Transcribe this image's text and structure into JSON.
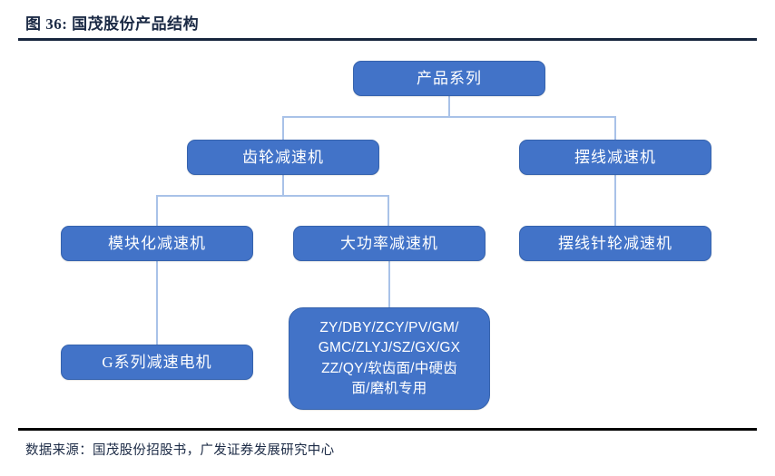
{
  "header": {
    "figure_label": "图 36:",
    "title": "图 36: 国茂股份产品结构"
  },
  "footer": {
    "source": "数据来源：国茂股份招股书，广发证券发展研究中心"
  },
  "colors": {
    "node_fill": "#4273c8",
    "node_border": "#3663ad",
    "node_text": "#ffffff",
    "connector": "#a9c2e8",
    "title_rule": "#16253d",
    "footer_rule": "#000000",
    "title_text": "#1b2a45"
  },
  "chart_data": {
    "type": "diagram",
    "diagram_kind": "tree",
    "title": "图 36: 国茂股份产品结构",
    "orientation": "top-down",
    "levels": 4,
    "nodes": [
      {
        "id": "root",
        "label": "产品系列",
        "level": 1,
        "parent": null
      },
      {
        "id": "gear",
        "label": "齿轮减速机",
        "level": 2,
        "parent": "root"
      },
      {
        "id": "cycloidal",
        "label": "摆线减速机",
        "level": 2,
        "parent": "root"
      },
      {
        "id": "modular",
        "label": "模块化减速机",
        "level": 3,
        "parent": "gear"
      },
      {
        "id": "highpower",
        "label": "大功率减速机",
        "level": 3,
        "parent": "gear"
      },
      {
        "id": "cyclopin",
        "label": "摆线针轮减速机",
        "level": 3,
        "parent": "cycloidal"
      },
      {
        "id": "gseries",
        "label": "G系列减速电机",
        "level": 4,
        "parent": "modular"
      },
      {
        "id": "spec",
        "label": "ZY/DBY/ZCY/PV/GM/\nGMC/ZLYJ/SZ/GX/GX\nZZ/QY/软齿面/中硬齿\n面/磨机专用",
        "level": 4,
        "parent": "highpower"
      }
    ],
    "edges": [
      {
        "from": "root",
        "to": "gear"
      },
      {
        "from": "root",
        "to": "cycloidal"
      },
      {
        "from": "gear",
        "to": "modular"
      },
      {
        "from": "gear",
        "to": "highpower"
      },
      {
        "from": "cycloidal",
        "to": "cyclopin"
      },
      {
        "from": "modular",
        "to": "gseries"
      },
      {
        "from": "highpower",
        "to": "spec"
      }
    ]
  }
}
